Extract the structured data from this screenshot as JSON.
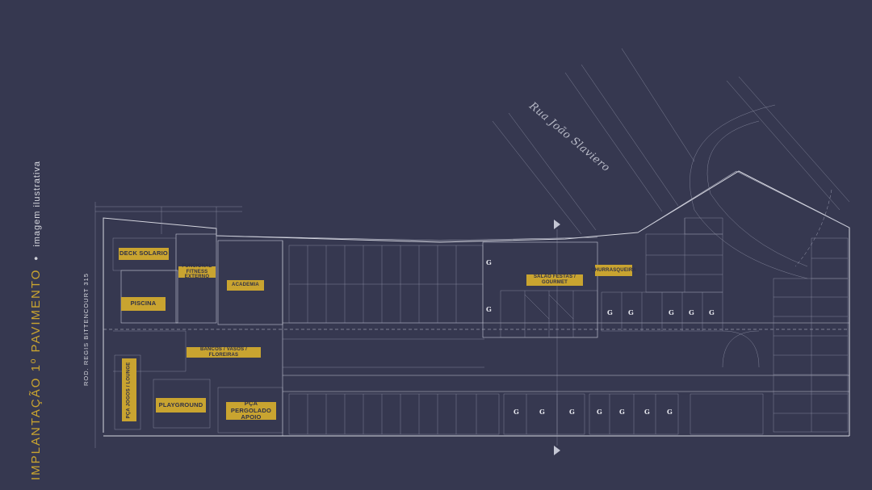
{
  "title": {
    "main": "IMPLANTAÇÃO 1º PAVIMENTO",
    "separator": "•",
    "sub": "imagem ilustrativa"
  },
  "road_label": "ROD. REGIS BITTENCOURT 315",
  "street_label": "Rua João Slaviero",
  "colors": {
    "background": "#363850",
    "accent": "#c9a430",
    "lines": "#c4c6d4"
  },
  "areas": {
    "deck_solario": "DECK SOLARIO",
    "funcional_fitness": "FUNCIONAL FITNESS EXTERNO",
    "academia": "ACADEMIA",
    "piscina": "PISCINA",
    "bancos": "BANCOS / VASOS / FLOREIRAS",
    "pca_jogos": "PÇA JOGOS / LOUNGE",
    "playground": "PLAYGROUND",
    "pca_pergolado": "PÇA PERGOLADO APOIO",
    "salao_festas": "SALÃO FESTAS / GOURMET",
    "churrasqueira": "CHURRASQUEIRA"
  },
  "icons": {
    "garbage_marker": "G"
  }
}
